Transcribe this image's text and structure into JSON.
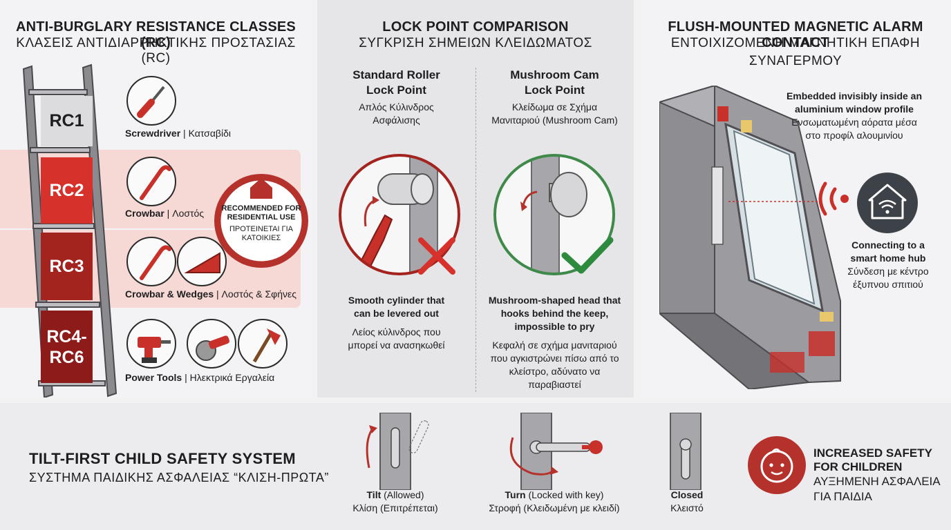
{
  "rc": {
    "title_en": "ANTI-BURGLARY RESISTANCE CLASSES (RC)",
    "title_gr": "ΚΛΑΣΕΙΣ ΑΝΤΙΔΙΑΡΡΗΚΤΙΚΗΣ ΠΡΟΣΤΑΣΙΑΣ (RC)",
    "classes": [
      "RC1",
      "RC2",
      "RC3",
      "RC4-RC6"
    ],
    "tools": [
      {
        "en": "Screwdriver",
        "gr": "Κατσαβίδι"
      },
      {
        "en": "Crowbar",
        "gr": "Λοστός"
      },
      {
        "en": "Crowbar & Wedges",
        "gr": "Λοστός & Σφήνες"
      },
      {
        "en": "Power Tools",
        "gr": "Ηλεκτρικά Εργαλεία"
      }
    ],
    "badge": {
      "en1": "RECOMMENDED FOR",
      "en2": "RESIDENTIAL USE",
      "gr1": "ΠΡΟΤΕΙΝΕΤΑΙ ΓΙΑ",
      "gr2": "ΚΑΤΟΙΚΙΕΣ"
    },
    "colors": {
      "red": "#d6322b",
      "dark_red": "#9e1f1c",
      "band": "#f6d8d5"
    }
  },
  "lock": {
    "title_en": "LOCK POINT COMPARISON",
    "title_gr": "ΣΥΓΚΡΙΣΗ ΣΗΜΕΙΩΝ ΚΛΕΙΔΩΜΑΤΟΣ",
    "left": {
      "t1": "Standard Roller",
      "t2": "Lock Point",
      "g1": "Απλός Κύλινδρος",
      "g2": "Ασφάλισης",
      "d1": "Smooth cylinder that",
      "d2": "can be levered out",
      "dg1": "Λείος κύλινδρος που",
      "dg2": "μπορεί να ανασηκωθεί"
    },
    "right": {
      "t1": "Mushroom Cam",
      "t2": "Lock Point",
      "g1": "Κλείδωμα σε Σχήμα",
      "g2": "Μανιταριού (Mushroom Cam)",
      "d1": "Mushroom-shaped head that",
      "d2": "hooks behind the keep,",
      "d3": "impossible to pry",
      "dg1": "Κεφαλή σε σχήμα μανιταριού",
      "dg2": "που αγκιστρώνει πίσω από το",
      "dg3": "κλείστρο, αδύνατο να",
      "dg4": "παραβιαστεί"
    }
  },
  "alarm": {
    "title_en": "FLUSH-MOUNTED MAGNETIC ALARM CONTACT",
    "title_gr1": "ΕΝΤΟΙΧΙΖΟΜΕΝΗ ΜΑΓΝΗΤΙΚΗ ΕΠΑΦΗ",
    "title_gr2": "ΣΥΝΑΓΕΡΜΟΥ",
    "embed_en1": "Embedded invisibly inside an",
    "embed_en2": "aluminium window profile",
    "embed_gr1": "Ενσωματωμένη αόρατα μέσα",
    "embed_gr2": "στο προφίλ αλουμινίου",
    "hub_en1": "Connecting to a",
    "hub_en2": "smart home hub",
    "hub_gr1": "Σύνδεση με κέντρο",
    "hub_gr2": "έξυπνου σπιτιού"
  },
  "child": {
    "title_en": "TILT-FIRST CHILD SAFETY SYSTEM",
    "title_gr": "ΣΥΣΤΗΜΑ ΠΑΙΔΙΚΗΣ ΑΣΦΑΛΕΙΑΣ “ΚΛΙΣΗ-ΠΡΩΤΑ”",
    "states": [
      {
        "en": "Tilt",
        "en_note": " (Allowed)",
        "gr": "Κλίση (Επιτρέπεται)"
      },
      {
        "en": "Turn",
        "en_note": " (Locked with key)",
        "gr": "Στροφή (Κλειδωμένη με κλειδί)"
      },
      {
        "en": "Closed",
        "en_note": "",
        "gr": "Κλειστό"
      }
    ],
    "safety_en1": "INCREASED SAFETY",
    "safety_en2": "FOR CHILDREN",
    "safety_gr1": "ΑΥΞΗΜΕΝΗ ΑΣΦΑΛΕΙΑ",
    "safety_gr2": "ΓΙΑ ΠΑΙΔΙΑ"
  }
}
